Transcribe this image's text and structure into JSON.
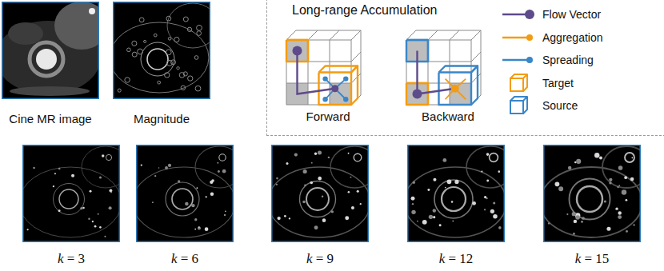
{
  "diagram": {
    "nodes": [
      {
        "text": [
          "Cine MR image"
        ]
      },
      {
        "text": [
          "Magnitude"
        ]
      },
      {
        "text": [
          "Long-range Accumulation"
        ]
      },
      {
        "text": [
          "Forward"
        ],
        "in": 2
      },
      {
        "text": [
          "Backward"
        ],
        "in": 2
      },
      {
        "text": [
          "k = 3"
        ]
      },
      {
        "text": [
          "k = 6"
        ]
      },
      {
        "text": [
          "k = 9"
        ]
      },
      {
        "text": [
          "k = 12"
        ]
      },
      {
        "text": [
          "k = 15"
        ]
      }
    ],
    "legend": [
      {
        "text": "Flow Vector"
      },
      {
        "text": "Aggregation"
      },
      {
        "text": "Spreading"
      },
      {
        "text": "Target"
      },
      {
        "text": "Source"
      }
    ]
  }
}
